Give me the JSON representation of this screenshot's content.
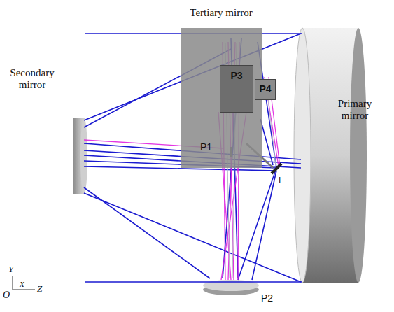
{
  "diagram": {
    "nodes": [
      {
        "text": [
          "Tertiary mirror"
        ]
      },
      {
        "text": [
          "P3"
        ],
        "in": 0
      },
      {
        "text": [
          "P4"
        ]
      }
    ],
    "labels": [
      "Secondary mirror",
      "Primary mirror",
      "P1",
      "P2",
      "I",
      "Y",
      "X",
      "Z",
      "O"
    ]
  }
}
